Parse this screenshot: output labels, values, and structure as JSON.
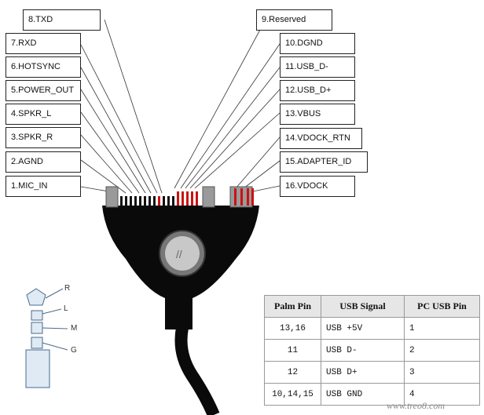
{
  "pins_left": [
    {
      "label": "8.TXD"
    },
    {
      "label": "7.RXD"
    },
    {
      "label": "6.HOTSYNC"
    },
    {
      "label": "5.POWER_OUT"
    },
    {
      "label": "4.SPKR_L"
    },
    {
      "label": "3.SPKR_R"
    },
    {
      "label": "2.AGND"
    },
    {
      "label": "1.MIC_IN"
    }
  ],
  "pins_right": [
    {
      "label": "9.Reserved"
    },
    {
      "label": "10.DGND"
    },
    {
      "label": "11.USB_D-"
    },
    {
      "label": "12.USB_D+"
    },
    {
      "label": "13.VBUS"
    },
    {
      "label": "14.VDOCK_RTN"
    },
    {
      "label": "15.ADAPTER_ID"
    },
    {
      "label": "16.VDOCK"
    }
  ],
  "jack": {
    "ring_r": "R",
    "ring_l": "L",
    "ring_m": "M",
    "ring_g": "G"
  },
  "usb_table": {
    "headers": [
      "Palm Pin",
      "USB Signal",
      "PC USB Pin"
    ],
    "rows": [
      [
        "13,16",
        "USB +5V",
        "1"
      ],
      [
        "11",
        "USB D-",
        "2"
      ],
      [
        "12",
        "USB D+",
        "3"
      ],
      [
        "10,14,15",
        "USB GND",
        "4"
      ]
    ]
  },
  "watermark": "www.treo8.com",
  "colors": {
    "connector_body": "#0a0a0a",
    "red_contact": "#cc1111",
    "gray_contact": "#9a9a9a",
    "jack_blue": "#dfeaf4"
  }
}
